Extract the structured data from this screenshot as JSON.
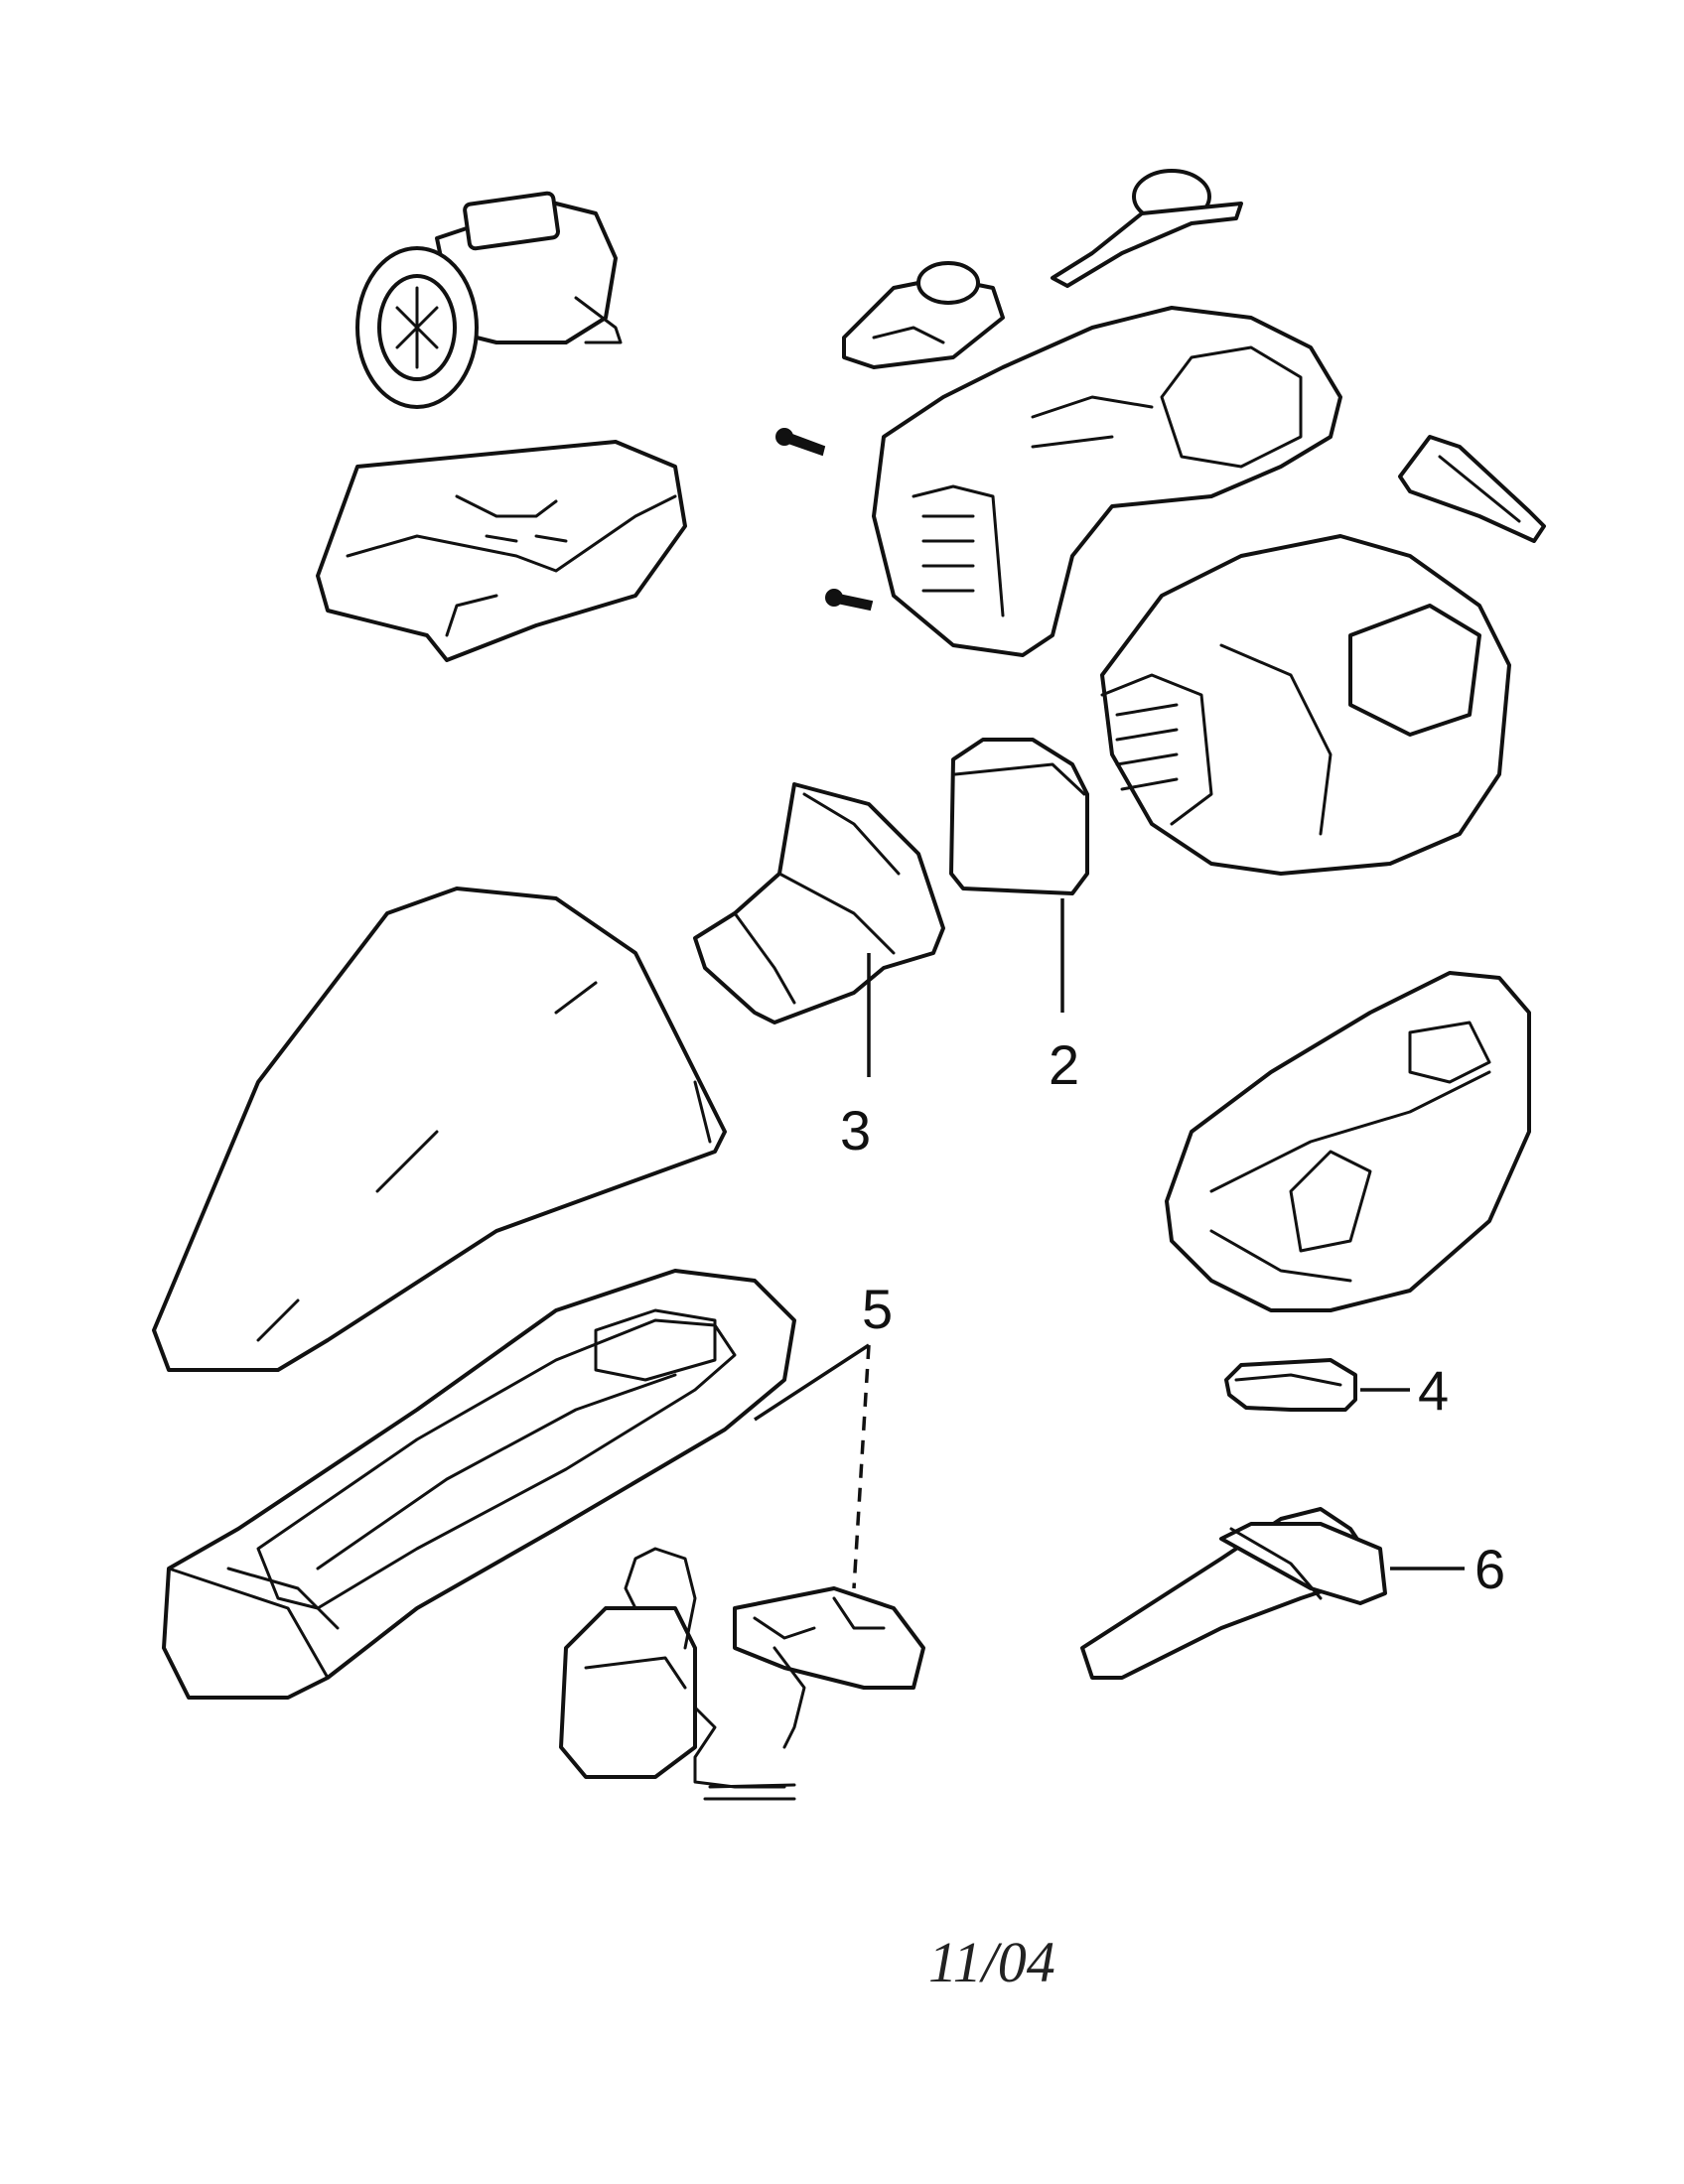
{
  "callouts": {
    "c2": "2",
    "c3": "3",
    "c4": "4",
    "c5": "5",
    "c6": "6"
  },
  "footer": {
    "date": "11/04"
  }
}
